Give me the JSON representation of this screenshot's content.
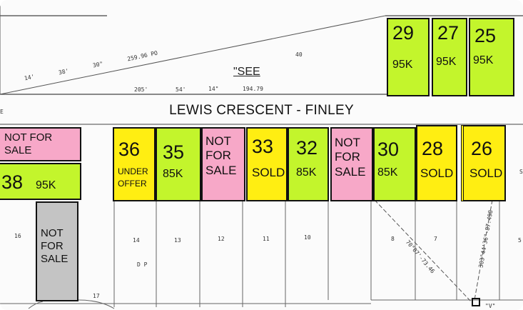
{
  "street": {
    "title": "LEWIS CRESCENT - FINLEY"
  },
  "survey": {
    "see_note": "\"SEE",
    "dim_top": "259.96 PO",
    "dim_mid": "194.79",
    "diag_left": "70°07'-73.46",
    "diag_right": "303°44'36\"-87.498",
    "bearing_14": "14'",
    "bearing_38": "38'",
    "bearing_30": "30\"",
    "bearing_205": "205'",
    "bearing_54": "54'",
    "bearing_14b": "14\"",
    "lot_40": "40",
    "lot_17": "17",
    "dp": "D P",
    "marker": "\"V\"",
    "e_top": "E",
    "e_bot": "S"
  },
  "lot_numbers": [
    "16",
    "14",
    "13",
    "12",
    "11",
    "10",
    "8",
    "7",
    "5"
  ],
  "lots": {
    "l29": {
      "num": "29",
      "price": "95K"
    },
    "l27": {
      "num": "27",
      "price": "95K"
    },
    "l25": {
      "num": "25",
      "price": "95K"
    },
    "nfs_top": {
      "status": "NOT FOR SALE"
    },
    "l38": {
      "num": "38",
      "price": "95K"
    },
    "nfs_grey": {
      "status": "NOT FOR SALE"
    },
    "l36": {
      "num": "36",
      "status": "UNDER OFFER"
    },
    "l35": {
      "num": "35",
      "price": "85K"
    },
    "nfs_a": {
      "status": "NOT FOR SALE"
    },
    "l33": {
      "num": "33",
      "status": "SOLD"
    },
    "l32": {
      "num": "32",
      "price": "85K"
    },
    "nfs_b": {
      "status": "NOT FOR SALE"
    },
    "l30": {
      "num": "30",
      "price": "85K"
    },
    "l28": {
      "num": "28",
      "status": "SOLD"
    },
    "l26": {
      "num": "26",
      "status": "SOLD"
    }
  },
  "colors": {
    "available": "#c3f52c",
    "sold": "#ffee12",
    "not_for_sale": "#f7a8c8",
    "other": "#c4c4c4"
  }
}
